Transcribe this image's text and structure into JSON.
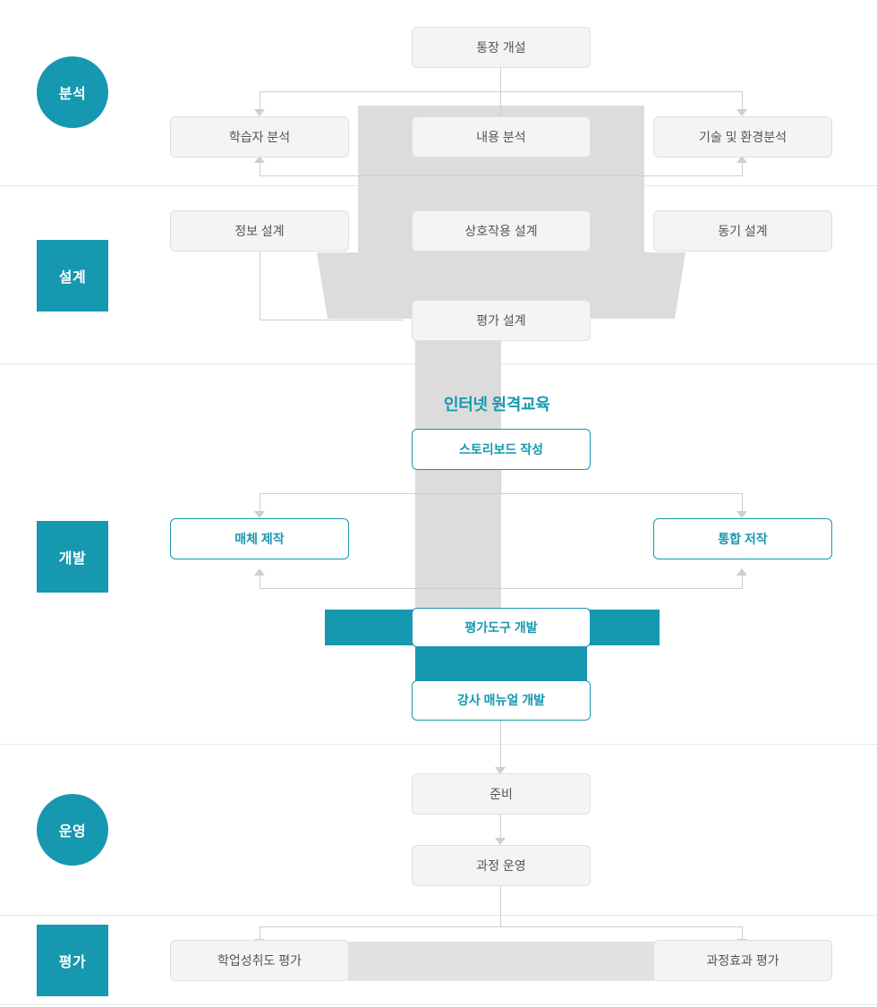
{
  "diagram": {
    "title": "인터넷 원격교육",
    "accent_color": "#1598b0",
    "box_grey_bg": "#f4f4f4",
    "funnel_color": "#dcdcdc",
    "stages": [
      {
        "id": "analysis",
        "label": "분석",
        "shape": "circle"
      },
      {
        "id": "design",
        "label": "설계",
        "shape": "square"
      },
      {
        "id": "development",
        "label": "개발",
        "shape": "square"
      },
      {
        "id": "operation",
        "label": "운영",
        "shape": "circle"
      },
      {
        "id": "evaluation",
        "label": "평가",
        "shape": "square"
      }
    ],
    "nodes": {
      "account_open": "통장 개설",
      "learner_analysis": "학습자 분석",
      "content_analysis": "내용 분석",
      "tech_env_analysis": "기술 및 환경분석",
      "info_design": "정보 설계",
      "interaction_design": "상호작용 설계",
      "motivation_design": "동기 설계",
      "evaluation_design": "평가 설계",
      "storyboard": "스토리보드 작성",
      "media_production": "매체 제작",
      "integrated_authoring": "통합 저작",
      "eval_tool_dev": "평가도구 개발",
      "instructor_manual": "강사 매뉴얼 개발",
      "preparation": "준비",
      "course_operation": "과정 운영",
      "achievement_eval": "학업성취도 평가",
      "course_effect_eval": "과정효과 평가"
    }
  }
}
